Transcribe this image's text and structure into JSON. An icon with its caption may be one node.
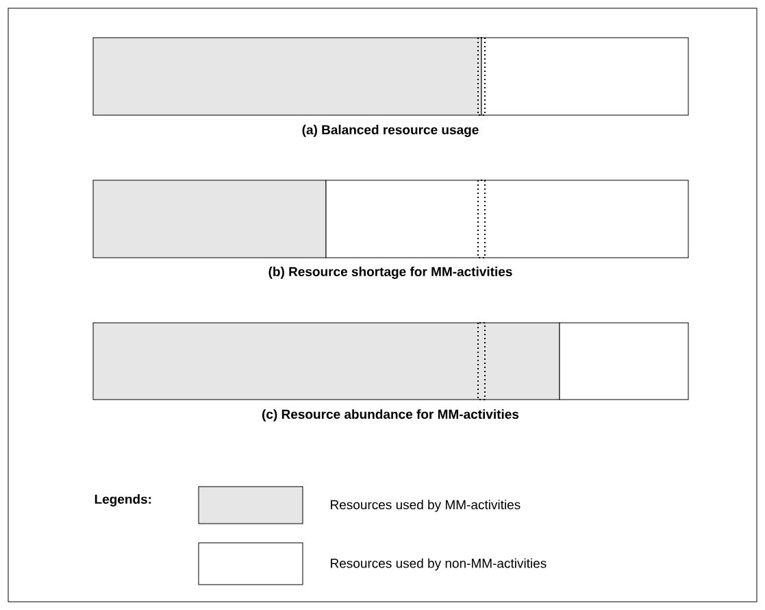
{
  "diagram": {
    "labels": [
      "(a) Balanced resource usage",
      "(b) Resource shortage for MM-activities",
      "(c) Resource abundance for MM-activities",
      "Legends:"
    ],
    "legend": [
      {
        "text": "Resources used by MM-activities",
        "color": "#e6e6e6"
      },
      {
        "text": "Resources used by non-MM-activities"
      }
    ]
  }
}
